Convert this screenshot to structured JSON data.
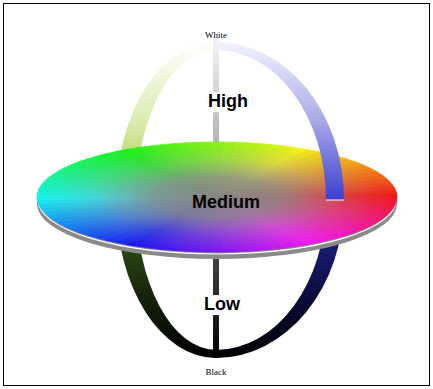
{
  "diagram": {
    "labels": [
      "White",
      "High",
      "Medium",
      "Low",
      "Black"
    ]
  }
}
